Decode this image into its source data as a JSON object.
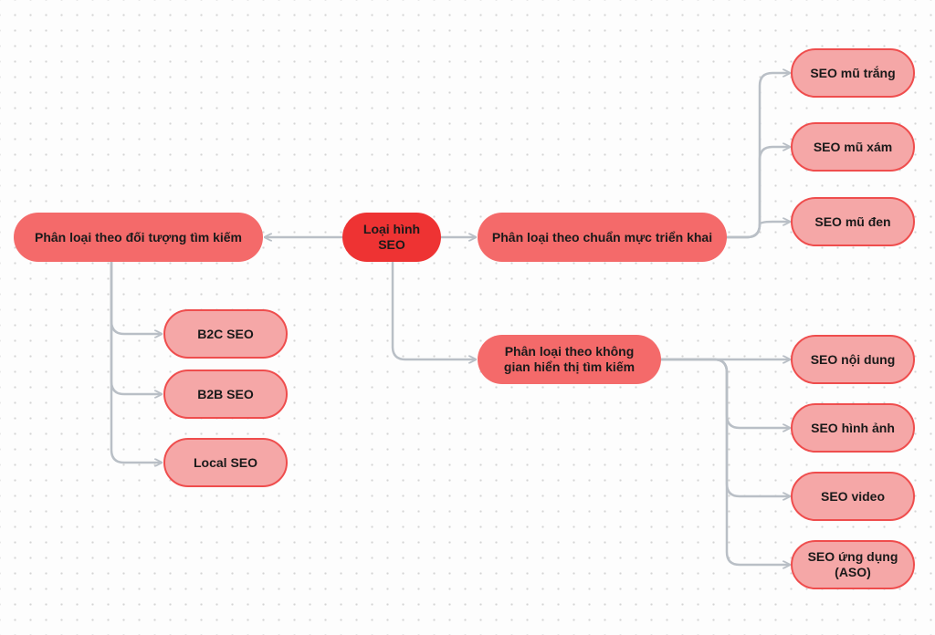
{
  "colors": {
    "root": "#ee3333",
    "branch": "#f46a6a",
    "leaf_fill": "#f5a7a7",
    "leaf_border": "#ef4d4d",
    "connector": "#b9bfc6"
  },
  "root": {
    "label": "Loại hình SEO"
  },
  "branches": {
    "audience": {
      "label": "Phân loại theo đối tượng tìm kiếm",
      "children": [
        "B2C SEO",
        "B2B SEO",
        "Local SEO"
      ]
    },
    "standard": {
      "label": "Phân loại theo chuẩn mực triển khai",
      "children": [
        "SEO mũ trắng",
        "SEO mũ xám",
        "SEO mũ đen"
      ]
    },
    "space": {
      "label": "Phân loại theo không gian hiển thị tìm kiếm",
      "children": [
        "SEO nội dung",
        "SEO hình ảnh",
        "SEO video",
        "SEO ứng dụng (ASO)"
      ]
    }
  }
}
